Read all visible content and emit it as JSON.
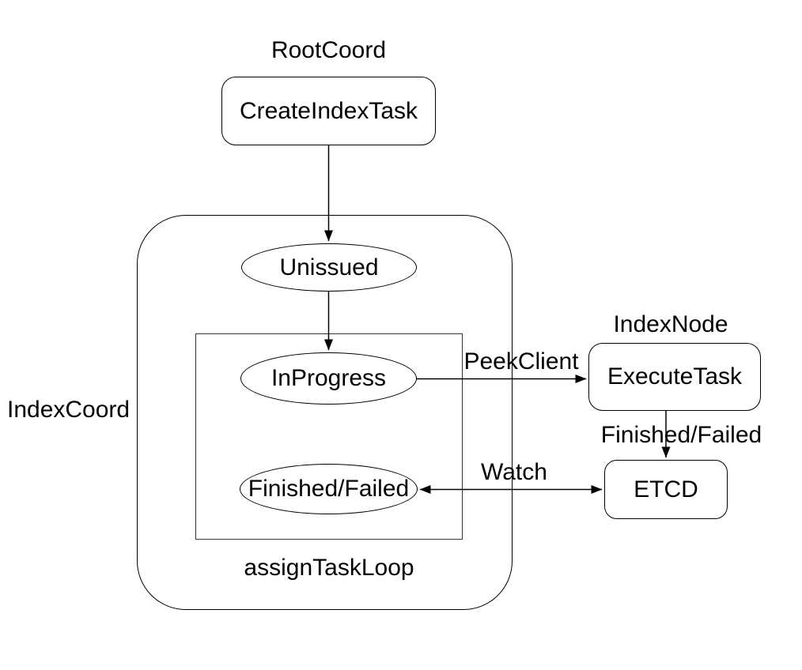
{
  "diagram": {
    "background": "#ffffff",
    "stroke_color": "#000000",
    "text_color": "#000000",
    "groups": {
      "root_coord": "RootCoord",
      "index_coord": "IndexCoord",
      "index_node": "IndexNode",
      "assign_task_loop": "assignTaskLoop"
    },
    "nodes": {
      "create_index_task": "CreateIndexTask",
      "unissued": "Unissued",
      "in_progress": "InProgress",
      "finished_failed": "Finished/Failed",
      "execute_task": "ExecuteTask",
      "etcd": "ETCD"
    },
    "edge_labels": {
      "peek_client": "PeekClient",
      "finished_failed": "Finished/Failed",
      "watch": "Watch"
    }
  }
}
